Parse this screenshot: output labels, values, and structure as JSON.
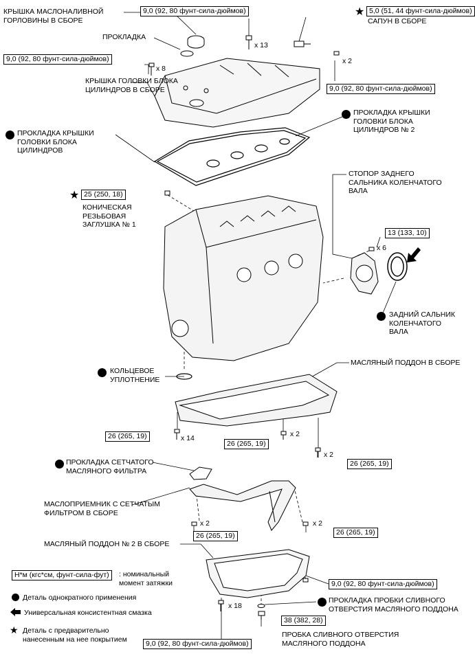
{
  "labels": {
    "filler_cap": "КРЫШКА МАСЛОНАЛИВНОЙ\nГОРЛОВИНЫ В СБОРЕ",
    "gasket": "ПРОКЛАДКА",
    "head_cover": "КРЫШКА ГОЛОВКИ БЛОКА\nЦИЛИНДРОВ В СБОРЕ",
    "breather": "САПУН В СБОРЕ",
    "head_cover_gasket": "ПРОКЛАДКА КРЫШКИ\nГОЛОВКИ БЛОКА\nЦИЛИНДРОВ",
    "head_cover_gasket2": "ПРОКЛАДКА КРЫШКИ\nГОЛОВКИ БЛОКА\nЦИЛИНДРОВ № 2",
    "taper_plug": "КОНИЧЕСКАЯ\nРЕЗЬБОВАЯ\nЗАГЛУШКА № 1",
    "rear_seal_retainer": "СТОПОР ЗАДНЕГО\nСАЛЬНИКА КОЛЕНЧАТОГО\nВАЛА",
    "rear_oil_seal": "ЗАДНИЙ САЛЬНИК\nКОЛЕНЧАТОГО\nВАЛА",
    "o_ring": "КОЛЬЦЕВОЕ\nУПЛОТНЕНИЕ",
    "oil_pan": "МАСЛЯНЫЙ ПОДДОН В СБОРЕ",
    "strainer_gasket": "ПРОКЛАДКА СЕТЧАТОГО\nМАСЛЯНОГО ФИЛЬТРА",
    "strainer": "МАСЛОПРИЕМНИК С СЕТЧАТЫМ\nФИЛЬТРОМ В СБОРЕ",
    "oil_pan2": "МАСЛЯНЫЙ ПОДДОН № 2 В СБОРЕ",
    "drain_plug_gasket": "ПРОКЛАДКА ПРОБКИ СЛИВНОГО\nОТВЕРСТИЯ МАСЛЯНОГО ПОДДОНА",
    "drain_plug": "ПРОБКА СЛИВНОГО ОТВЕРСТИЯ\nМАСЛЯНОГО ПОДДОНА"
  },
  "torques": {
    "t_cap13": "9,0 (92, 80 фунт-сила-дюймов)",
    "t_breather": "5,0 (51, 44 фунт-сила-дюймов)",
    "t_cover8": "9,0 (92, 80 фунт-сила-дюймов)",
    "t_cover2": "9,0 (92, 80 фунт-сила-дюймов)",
    "t_plug": "25 (250, 18)",
    "t_retainer": "13 (133, 10)",
    "t_pan14": "26 (265, 19)",
    "t_pan2a": "26 (265, 19)",
    "t_pan2b": "26 (265, 19)",
    "t_strainer_a": "26 (265, 19)",
    "t_strainer_b": "26 (265, 19)",
    "t_pan2_right": "9,0 (92, 80 фунт-сила-дюймов)",
    "t_drain": "38 (382, 28)",
    "t_pan2_18": "9,0 (92, 80 фунт-сила-дюймов)"
  },
  "quantities": {
    "q13": "x 13",
    "q8": "x 8",
    "q2_cover": "x 2",
    "q6": "x 6",
    "q14": "x 14",
    "q2_pan": "x 2",
    "q2_pan_b": "x 2",
    "q2_str_a": "x 2",
    "q2_str_b": "x 2",
    "q18": "x 18"
  },
  "legend": {
    "torque_box": "Н*м (кгс*см, фунт-сила-фут)",
    "torque_desc": ": номинальный\nмомент затяжки",
    "non_reusable": "Деталь однократного применения",
    "grease": "Универсальная консистентная смазка",
    "precoated": "Деталь с предварительно\nнанесенным на нее покрытием"
  },
  "icons": {
    "star": "★",
    "dot": "non-reusable-dot-icon",
    "arrow": "grease-arrow-icon"
  }
}
